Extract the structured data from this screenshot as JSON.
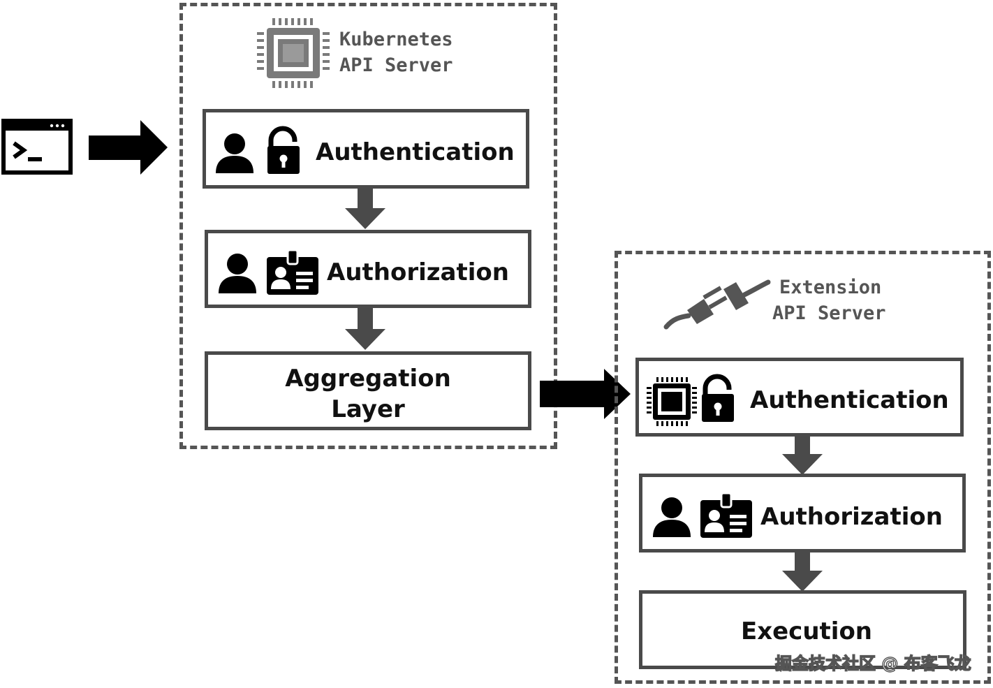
{
  "main_server": {
    "title_line1": "Kubernetes",
    "title_line2": "API Server",
    "authentication_label": "Authentication",
    "authorization_label": "Authorization",
    "aggregation_label_line1": "Aggregation",
    "aggregation_label_line2": "Layer"
  },
  "extension_server": {
    "title_line1": "Extension",
    "title_line2": "API Server",
    "authentication_label": "Authentication",
    "authorization_label": "Authorization",
    "execution_label": "Execution"
  },
  "watermark": "掘金技术社区 @ 布客飞龙",
  "icons": [
    "terminal-icon",
    "cpu-chip-icon",
    "user-icon",
    "unlock-icon",
    "id-card-icon",
    "plug-icon"
  ],
  "colors": {
    "frame": "#555555",
    "box_border": "#4a4a4a",
    "arrow_dark": "#000000",
    "arrow_gray": "#4a4a4a",
    "title_text": "#555555"
  }
}
